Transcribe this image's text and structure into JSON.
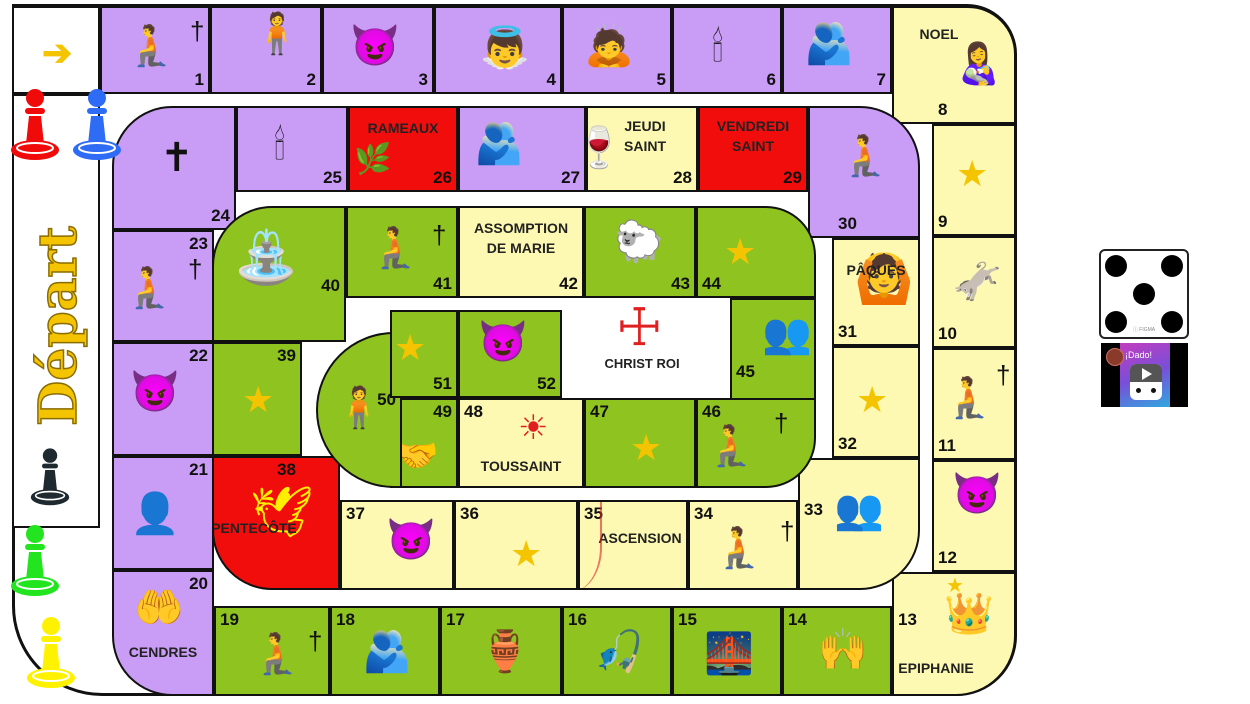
{
  "board": {
    "start_label": "Départ",
    "start_arrow": "arrow-right-icon",
    "colors": {
      "purple": "#c99cf5",
      "green": "#8fc31f",
      "yellow": "#fdf9b2",
      "red": "#f20d0d",
      "star": "#f5c400",
      "depart_text": "#f5c400"
    },
    "cells": [
      {
        "n": "1",
        "icon": "kneeling-prayer-icon"
      },
      {
        "n": "2",
        "icon": "preacher-crowd-icon"
      },
      {
        "n": "3",
        "icon": "devil-icon"
      },
      {
        "n": "4",
        "icon": "angel-annunciation-icon"
      },
      {
        "n": "5",
        "icon": "woman-kneeling-icon"
      },
      {
        "n": "6",
        "icon": "candle-icon"
      },
      {
        "n": "7",
        "icon": "confession-icon"
      },
      {
        "n": "8",
        "label": "NOEL",
        "icon": "nativity-icon"
      },
      {
        "n": "9",
        "icon": "star-icon"
      },
      {
        "n": "10",
        "icon": "flight-to-egypt-icon"
      },
      {
        "n": "11",
        "icon": "kneeling-prayer-icon"
      },
      {
        "n": "12",
        "icon": "devil-icon"
      },
      {
        "n": "13",
        "label": "EPIPHANIE",
        "icon": "magi-icon"
      },
      {
        "n": "14",
        "icon": "healing-icon"
      },
      {
        "n": "15",
        "icon": "bridge-icon"
      },
      {
        "n": "16",
        "icon": "fishermen-icon"
      },
      {
        "n": "17",
        "icon": "wedding-cana-icon"
      },
      {
        "n": "18",
        "icon": "forgiveness-icon"
      },
      {
        "n": "19",
        "icon": "kneeling-prayer-icon"
      },
      {
        "n": "20",
        "label": "CENDRES",
        "icon": "ashes-icon"
      },
      {
        "n": "21",
        "icon": "temptation-icon"
      },
      {
        "n": "22",
        "icon": "devil-icon"
      },
      {
        "n": "23",
        "icon": "kneeling-prayer-icon"
      },
      {
        "n": "24",
        "icon": "transfiguration-icon"
      },
      {
        "n": "25",
        "icon": "candle-icon"
      },
      {
        "n": "26",
        "label": "RAMEAUX",
        "icon": "palm-branch-icon"
      },
      {
        "n": "27",
        "icon": "confession-icon"
      },
      {
        "n": "28",
        "label": "JEUDI SAINT",
        "icon": "chalice-bread-icon"
      },
      {
        "n": "29",
        "label": "VENDREDI SAINT",
        "icon": "cross-icon"
      },
      {
        "n": "30",
        "icon": "kneeling-prayer-icon"
      },
      {
        "n": "31",
        "label": "PÂQUES",
        "icon": "risen-christ-icon"
      },
      {
        "n": "32",
        "icon": "star-icon"
      },
      {
        "n": "33",
        "icon": "disciples-icon"
      },
      {
        "n": "34",
        "icon": "kneeling-prayer-icon"
      },
      {
        "n": "35",
        "label": "ASCENSION",
        "icon": "ascension-icon"
      },
      {
        "n": "36",
        "icon": "star-icon"
      },
      {
        "n": "37",
        "icon": "devil-icon"
      },
      {
        "n": "38",
        "label": "PENTECÔTE",
        "icon": "dove-icon"
      },
      {
        "n": "39",
        "icon": "star-icon"
      },
      {
        "n": "40",
        "icon": "well-icon"
      },
      {
        "n": "41",
        "icon": "kneeling-prayer-icon"
      },
      {
        "n": "42",
        "label": "ASSOMPTION DE MARIE"
      },
      {
        "n": "43",
        "icon": "good-shepherd-icon"
      },
      {
        "n": "44",
        "icon": "star-icon"
      },
      {
        "n": "45",
        "icon": "apostles-icon"
      },
      {
        "n": "46",
        "icon": "kneeling-prayer-icon"
      },
      {
        "n": "47",
        "icon": "star-icon"
      },
      {
        "n": "48",
        "label": "TOUSSAINT",
        "icon": "all-saints-icon"
      },
      {
        "n": "49",
        "icon": "good-samaritan-icon"
      },
      {
        "n": "50",
        "icon": "jesus-standing-icon"
      },
      {
        "n": "51",
        "icon": "star-icon"
      },
      {
        "n": "52",
        "icon": "devil-icon"
      }
    ],
    "center_label": "CHRIST ROI"
  },
  "pawns": [
    {
      "color": "red",
      "hex": "#f00a0a"
    },
    {
      "color": "blue",
      "hex": "#2f6cf5"
    },
    {
      "color": "black",
      "hex": "#1f2a30"
    },
    {
      "color": "green",
      "hex": "#22e51f"
    },
    {
      "color": "yellow",
      "hex": "#fff200"
    }
  ],
  "dice": {
    "value": 5,
    "brand": "ⓘ FIGMA"
  },
  "dado_app": {
    "title": "¡Dado!",
    "icon": "play-dice-icon"
  }
}
